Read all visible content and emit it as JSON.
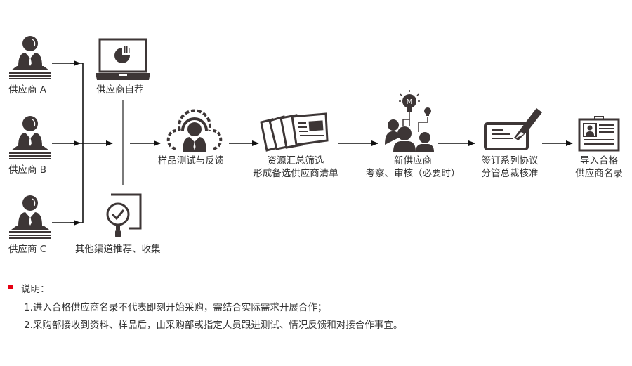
{
  "colors": {
    "icon": "#3d3636",
    "text": "#333333",
    "bullet": "#e60012"
  },
  "suppliers": [
    {
      "label": "供应商 A",
      "icon": "supplier-person-icon"
    },
    {
      "label": "供应商 B",
      "icon": "supplier-person-icon"
    },
    {
      "label": "供应商 C",
      "icon": "supplier-person-icon"
    }
  ],
  "channels": {
    "self": {
      "label": "供应商自荐",
      "icon": "laptop-chart-icon"
    },
    "other": {
      "label": "其他渠道推荐、收集",
      "icon": "magnifier-check-icon"
    }
  },
  "steps": [
    {
      "lines": [
        "样品测试与反馈"
      ],
      "icon": "gear-person-icon"
    },
    {
      "lines": [
        "资源汇总筛选",
        "形成备选供应商清单"
      ],
      "icon": "documents-icon"
    },
    {
      "lines": [
        "新供应商",
        "考察、审核（必要时）"
      ],
      "icon": "team-idea-icon"
    },
    {
      "lines": [
        "签订系列协议",
        "分管总裁核准"
      ],
      "icon": "sign-contract-icon"
    },
    {
      "lines": [
        "导入合格",
        "供应商名录"
      ],
      "icon": "id-card-icon"
    }
  ],
  "notes": {
    "title": "说明：",
    "items": [
      "1.进入合格供应商名录不代表即刻开始采购，需结合实际需求开展合作；",
      "2.采购部接收到资料、样品后，由采购部或指定人员跟进测试、情况反馈和对接合作事宜。"
    ]
  }
}
